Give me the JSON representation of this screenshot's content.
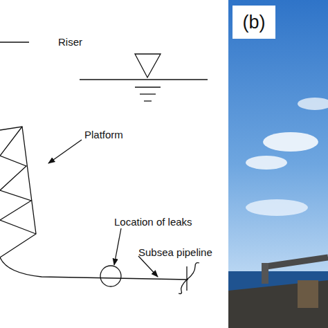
{
  "diagram": {
    "nodes": [
      {
        "text": [
          "(b)"
        ]
      }
    ],
    "labels": [
      "Riser",
      "Platform",
      "Location of leaks",
      "Subsea pipeline"
    ]
  }
}
